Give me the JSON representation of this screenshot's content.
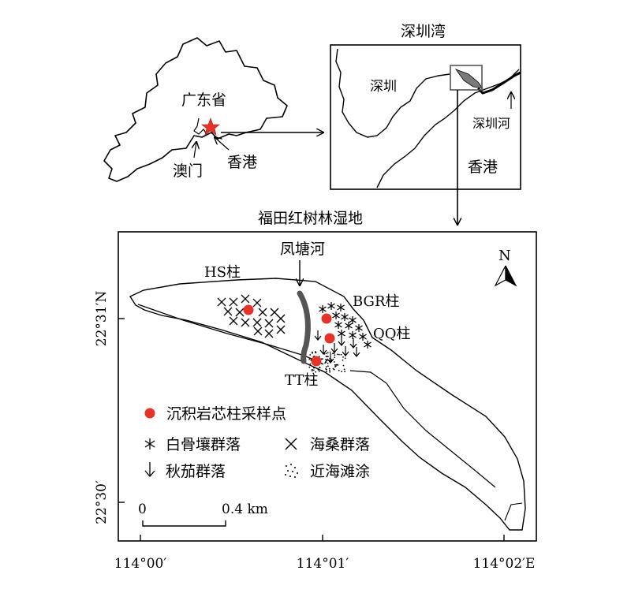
{
  "province_map": {
    "province_label": "广东省",
    "macau_label": "澳门",
    "hongkong_label": "香港"
  },
  "inset_map": {
    "title": "深圳湾",
    "shenzhen_label": "深圳",
    "hongkong_label": "香港",
    "river_label": "深圳河"
  },
  "main_map": {
    "title": "福田红树林湿地",
    "river_label": "凤塘河",
    "north_label": "N",
    "cores": [
      {
        "label": "HS柱"
      },
      {
        "label": "BGR柱"
      },
      {
        "label": "QQ柱"
      },
      {
        "label": "TT柱"
      }
    ],
    "lat_ticks": [
      "22°31′N",
      "22°30′"
    ],
    "lon_ticks": [
      "114°00′",
      "114°01′",
      "114°02′E"
    ],
    "scale_bar": {
      "start": "0",
      "end": "0.4 km"
    },
    "legend": [
      {
        "symbol": "red-dot",
        "label": "沉积岩芯柱采样点"
      },
      {
        "symbol": "asterisk",
        "label": "白骨壤群落"
      },
      {
        "symbol": "cross",
        "label": "海桑群落"
      },
      {
        "symbol": "down-arrow",
        "label": "秋茄群落"
      },
      {
        "symbol": "dots",
        "label": "近海滩涂"
      }
    ]
  },
  "colors": {
    "sample_point": "#e5332a",
    "river": "#595959",
    "inset_area": "#7a7a7a"
  }
}
